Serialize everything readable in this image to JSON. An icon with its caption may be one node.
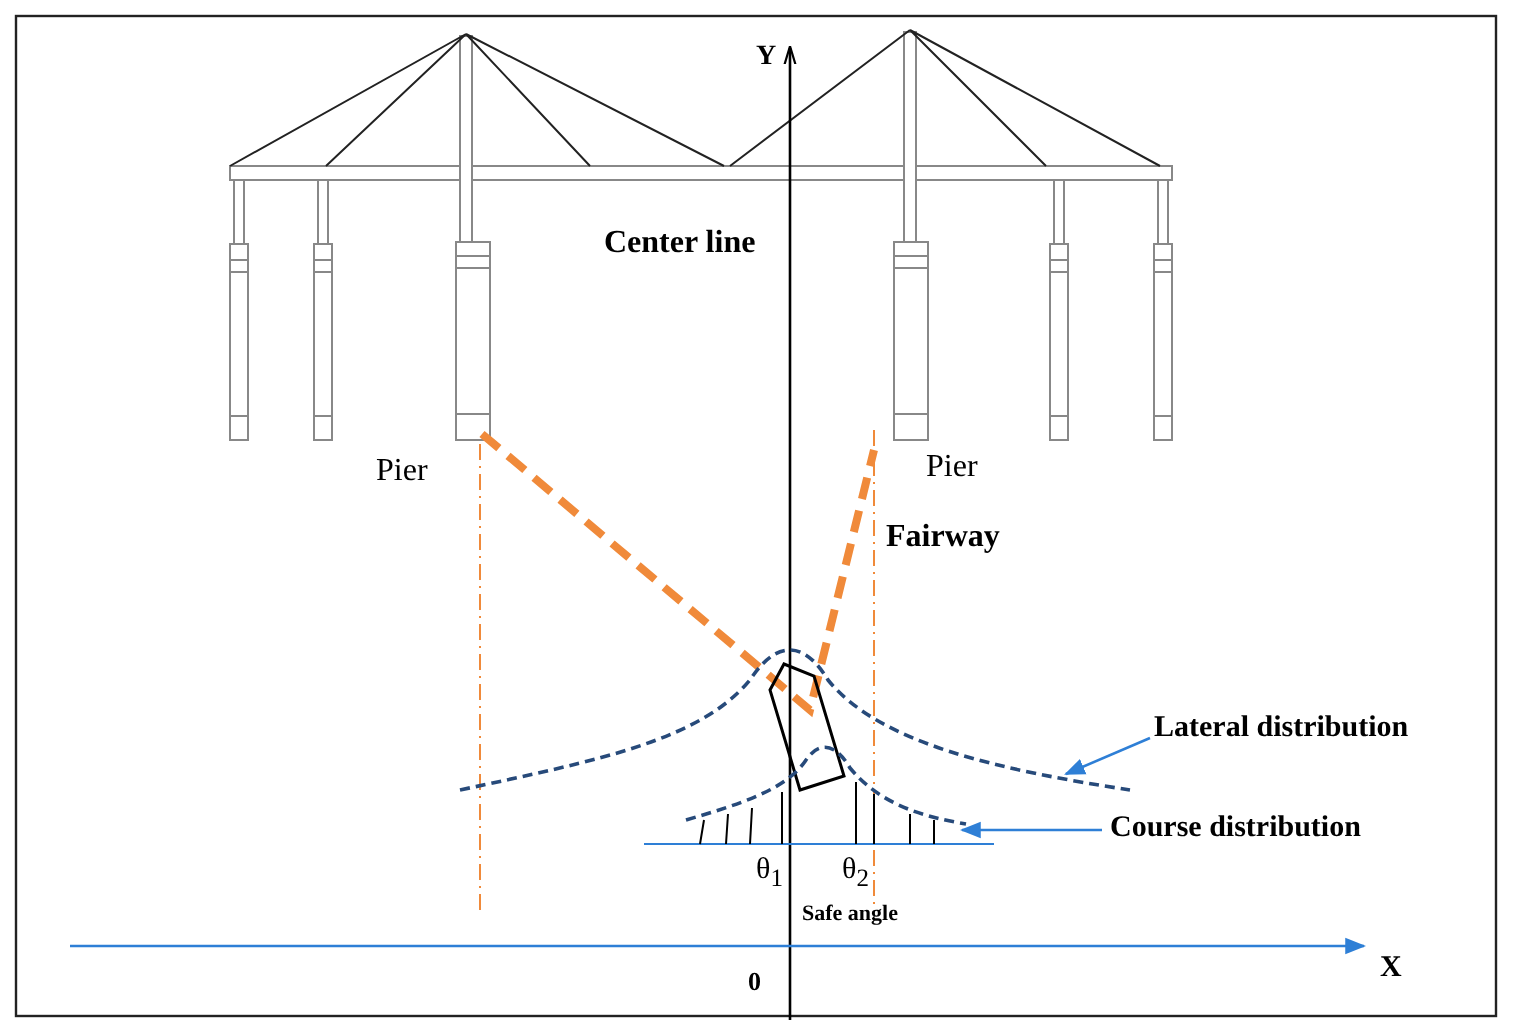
{
  "diagram": {
    "nodes": [
      {
        "text": [
          "Lateral distribution"
        ]
      },
      {
        "text": [],
        "shape": "curve"
      },
      {
        "text": [
          "Course distribution"
        ]
      },
      {
        "text": [],
        "shape": "curve"
      }
    ],
    "edges": [
      {
        "from": 0,
        "to": 1,
        "arrow": "to"
      },
      {
        "from": 2,
        "to": 3,
        "arrow": "to"
      }
    ],
    "labels": [
      "Y",
      "Center line",
      "Pier",
      "Pier",
      "Fairway",
      "θ$_{1}$",
      "θ$_{2}$",
      "Safe angle",
      "0",
      "X"
    ]
  }
}
